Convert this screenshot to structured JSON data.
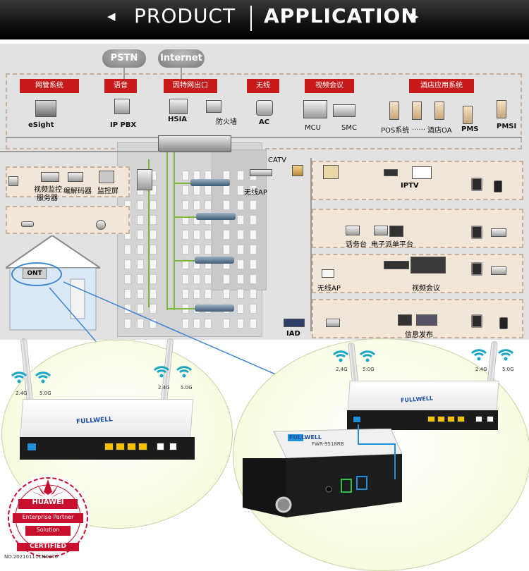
{
  "banner": {
    "left_arrow": "◀",
    "right_arrow": "▶",
    "word1": "PRODUCT",
    "word2": "APPLICATION"
  },
  "diagram": {
    "clouds": {
      "pstn": "PSTN",
      "internet": "Internet"
    },
    "categories": {
      "nms": "网管系统",
      "voice": "语音",
      "internet_exit": "因特网出口",
      "wireless": "无线",
      "video_conf": "视频会议",
      "hotel_app": "酒店应用系统"
    },
    "devices": {
      "esight": "eSight",
      "ippbx": "IP PBX",
      "hsia": "HSIA",
      "firewall": "防火墙",
      "ac": "AC",
      "mcu": "MCU",
      "smc": "SMC",
      "pos": "POS系统",
      "dots": "......",
      "hotel_oa": "酒店OA",
      "pms": "PMS",
      "pmsi": "PMSI",
      "catv": "CATV",
      "wireless_ap": "无线AP",
      "iptv": "IPTV",
      "video_monitor": "视频监控",
      "server": "服务器",
      "encoder": "编解码器",
      "monitor_screen": "监控屏",
      "phone_desk": "话务台",
      "dispatch": "电子派单平台",
      "wireless_ap2": "无线AP",
      "video_conf2": "视频会议",
      "iad": "IAD",
      "info_publish": "信息发布",
      "ont": "ONT"
    }
  },
  "product": {
    "band_24": "2.4G",
    "band_50": "5.0G",
    "brand": "FULLWELL",
    "model": "FWR-9518RB"
  },
  "seal": {
    "brand": "HUAWEI",
    "line1": "Enterprise Partner",
    "line2": "Solution",
    "certified": "CERTIFIED",
    "number": "NO.20210111CN0370"
  },
  "colors": {
    "category_red": "#c81a1a",
    "fiber_green": "#7bb83b",
    "port_yellow": "#f2c200",
    "port_blue": "#1f8fd8",
    "seal_red": "#c8102e",
    "wifi_teal": "#1aa6c4"
  }
}
